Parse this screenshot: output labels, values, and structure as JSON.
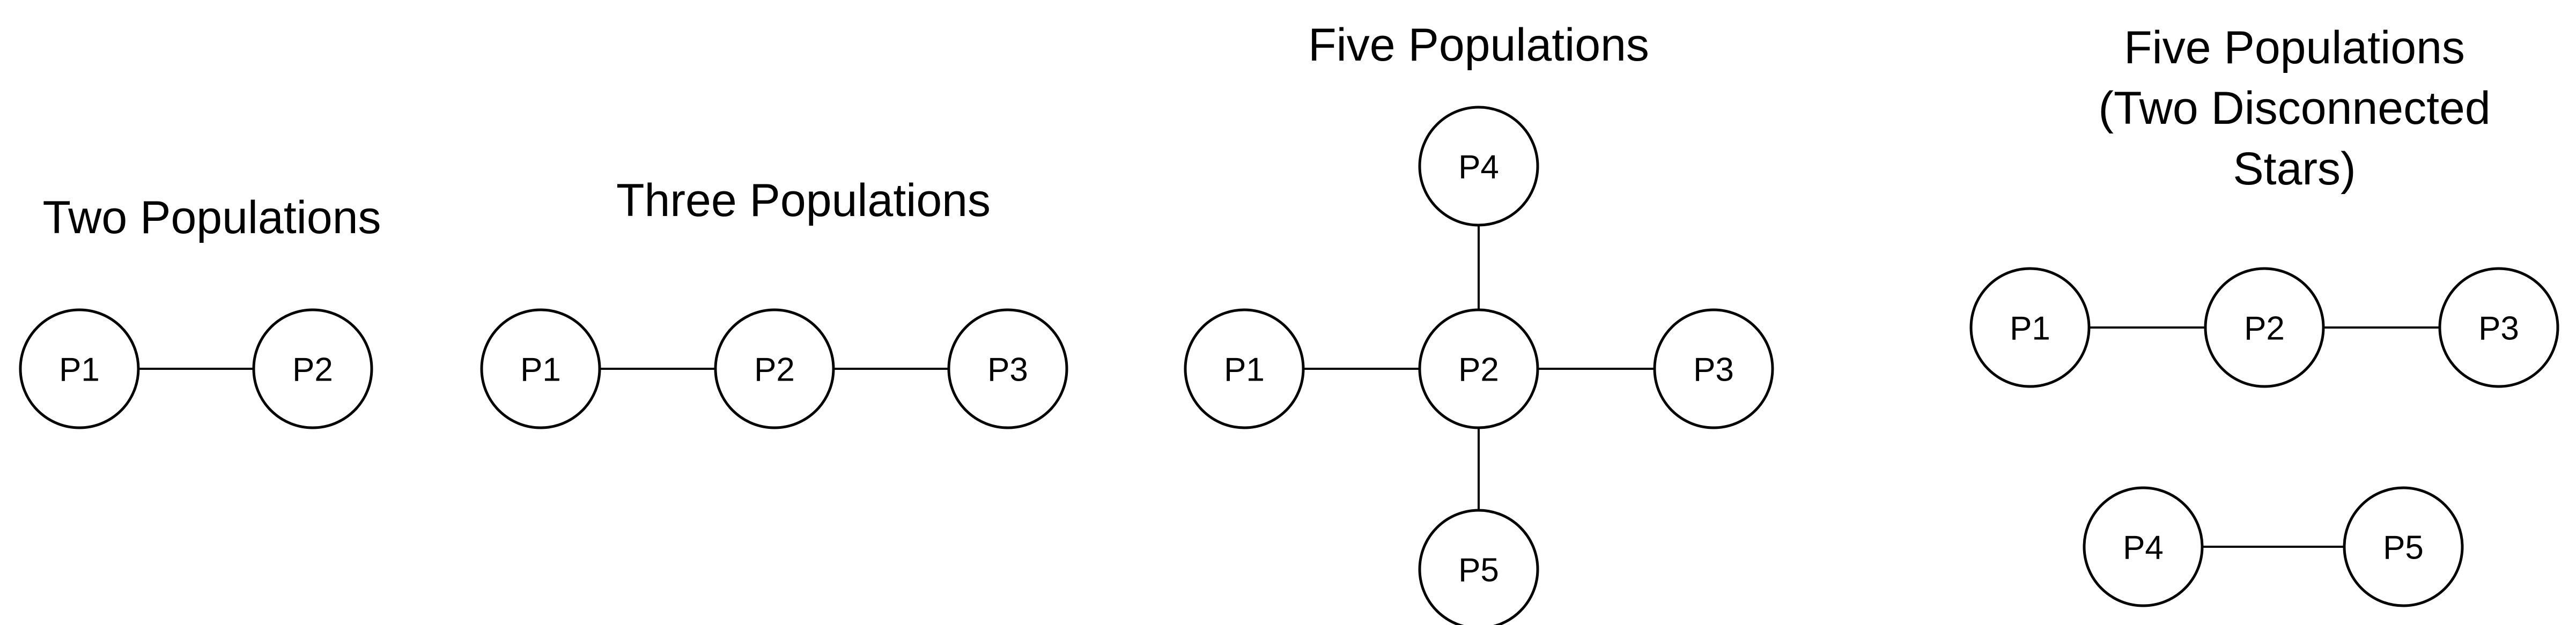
{
  "diagrams": [
    {
      "title_lines": [
        "Two Populations"
      ],
      "nodes": [
        {
          "id": "P1",
          "label": "P1"
        },
        {
          "id": "P2",
          "label": "P2"
        }
      ],
      "edges": [
        [
          "P1",
          "P2"
        ]
      ]
    },
    {
      "title_lines": [
        "Three Populations"
      ],
      "nodes": [
        {
          "id": "P1",
          "label": "P1"
        },
        {
          "id": "P2",
          "label": "P2"
        },
        {
          "id": "P3",
          "label": "P3"
        }
      ],
      "edges": [
        [
          "P1",
          "P2"
        ],
        [
          "P2",
          "P3"
        ]
      ]
    },
    {
      "title_lines": [
        "Five Populations"
      ],
      "nodes": [
        {
          "id": "P4",
          "label": "P4"
        },
        {
          "id": "P1",
          "label": "P1"
        },
        {
          "id": "P2",
          "label": "P2"
        },
        {
          "id": "P3",
          "label": "P3"
        },
        {
          "id": "P5",
          "label": "P5"
        }
      ],
      "edges": [
        [
          "P2",
          "P4"
        ],
        [
          "P1",
          "P2"
        ],
        [
          "P2",
          "P3"
        ],
        [
          "P2",
          "P5"
        ]
      ]
    },
    {
      "title_lines": [
        "Five Populations",
        "(Two Disconnected",
        "Stars)"
      ],
      "nodes": [
        {
          "id": "P1",
          "label": "P1"
        },
        {
          "id": "P2",
          "label": "P2"
        },
        {
          "id": "P3",
          "label": "P3"
        },
        {
          "id": "P4",
          "label": "P4"
        },
        {
          "id": "P5",
          "label": "P5"
        }
      ],
      "edges": [
        [
          "P1",
          "P2"
        ],
        [
          "P2",
          "P3"
        ],
        [
          "P4",
          "P5"
        ]
      ]
    }
  ]
}
